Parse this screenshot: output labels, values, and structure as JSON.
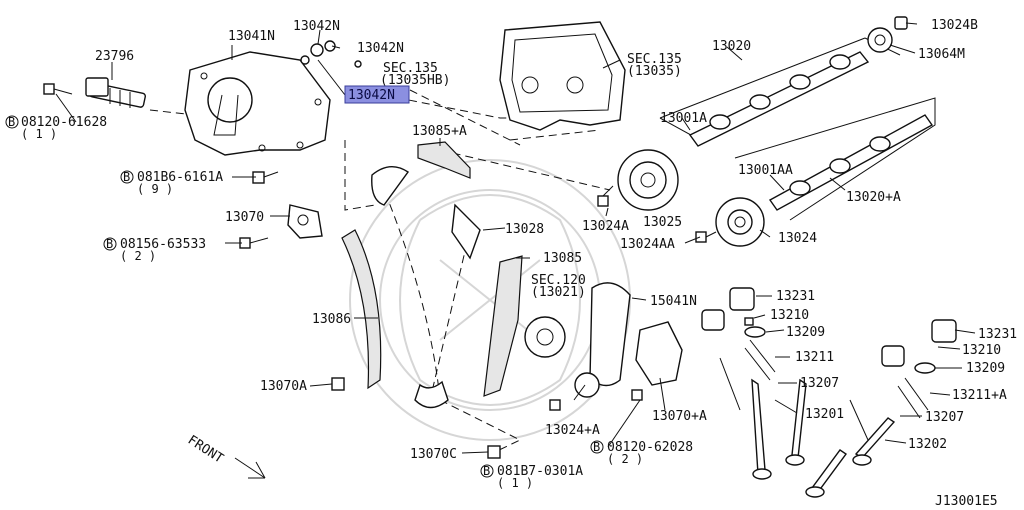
{
  "labels": {
    "p13041N": "13041N",
    "p13042N_a": "13042N",
    "p13042N_b": "13042N",
    "p13042N_c": "13042N",
    "p23796": "23796",
    "sec135a_1": "SEC.135",
    "sec135a_2": "(13035HB)",
    "sec135b_1": "SEC.135",
    "sec135b_2": "(13035)",
    "p13020": "13020",
    "p13024B": "13024B",
    "p13064M": "13064M",
    "p08120_61628_b": "B",
    "p08120_61628": "08120-61628",
    "p08120_61628_q": "( 1 )",
    "p081B6_b": "B",
    "p081B6": "081B6-6161A",
    "p081B6_q": "( 9 )",
    "p13085A": "13085+A",
    "p13001A": "13001A",
    "p13001AA": "13001AA",
    "p13020A": "13020+A",
    "p13070": "13070",
    "p08156_b": "B",
    "p08156": "08156-63533",
    "p08156_q": "( 2 )",
    "p13028": "13028",
    "p13024A": "13024A",
    "p13025": "13025",
    "p13024AA": "13024AA",
    "p13024": "13024",
    "p13085": "13085",
    "sec120_1": "SEC.120",
    "sec120_2": "(13021)",
    "p15041N": "15041N",
    "p13231a": "13231",
    "p13210a": "13210",
    "p13209a": "13209",
    "p13211": "13211",
    "p13207a": "13207",
    "p13201": "13201",
    "p13231b": "13231",
    "p13210b": "13210",
    "p13209b": "13209",
    "p13211A": "13211+A",
    "p13207b": "13207",
    "p13202": "13202",
    "p13086": "13086",
    "p13070A": "13070A",
    "p13024Ab": "13024+A",
    "p13070Ab": "13070+A",
    "p08120_62028_b": "B",
    "p08120_62028": "08120-62028",
    "p08120_62028_q": "( 2 )",
    "p13070C": "13070C",
    "p081B7_b": "B",
    "p081B7": "081B7-0301A",
    "p081B7_q": "( 1 )",
    "front": "FRONT",
    "ref": "J13001E5"
  },
  "highlight_color": "#8b8fe0"
}
